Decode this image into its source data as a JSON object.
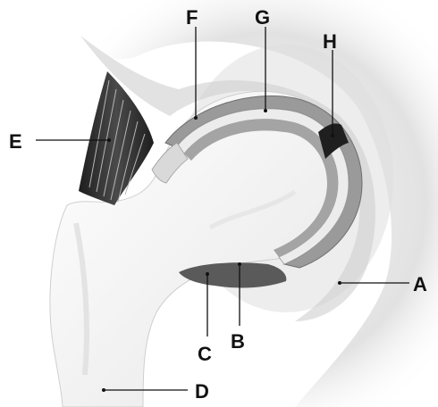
{
  "labels": {
    "A": "A",
    "B": "B",
    "C": "C",
    "D": "D",
    "E": "E",
    "F": "F",
    "G": "G",
    "H": "H"
  },
  "colors": {
    "bone": "#f1f1f1",
    "shade": "#c8c8c8",
    "cartilage": "#e7e7e7",
    "outer_layer": "#9a9a9a",
    "dark_band": "#2a2a2a",
    "text": "#111111"
  }
}
